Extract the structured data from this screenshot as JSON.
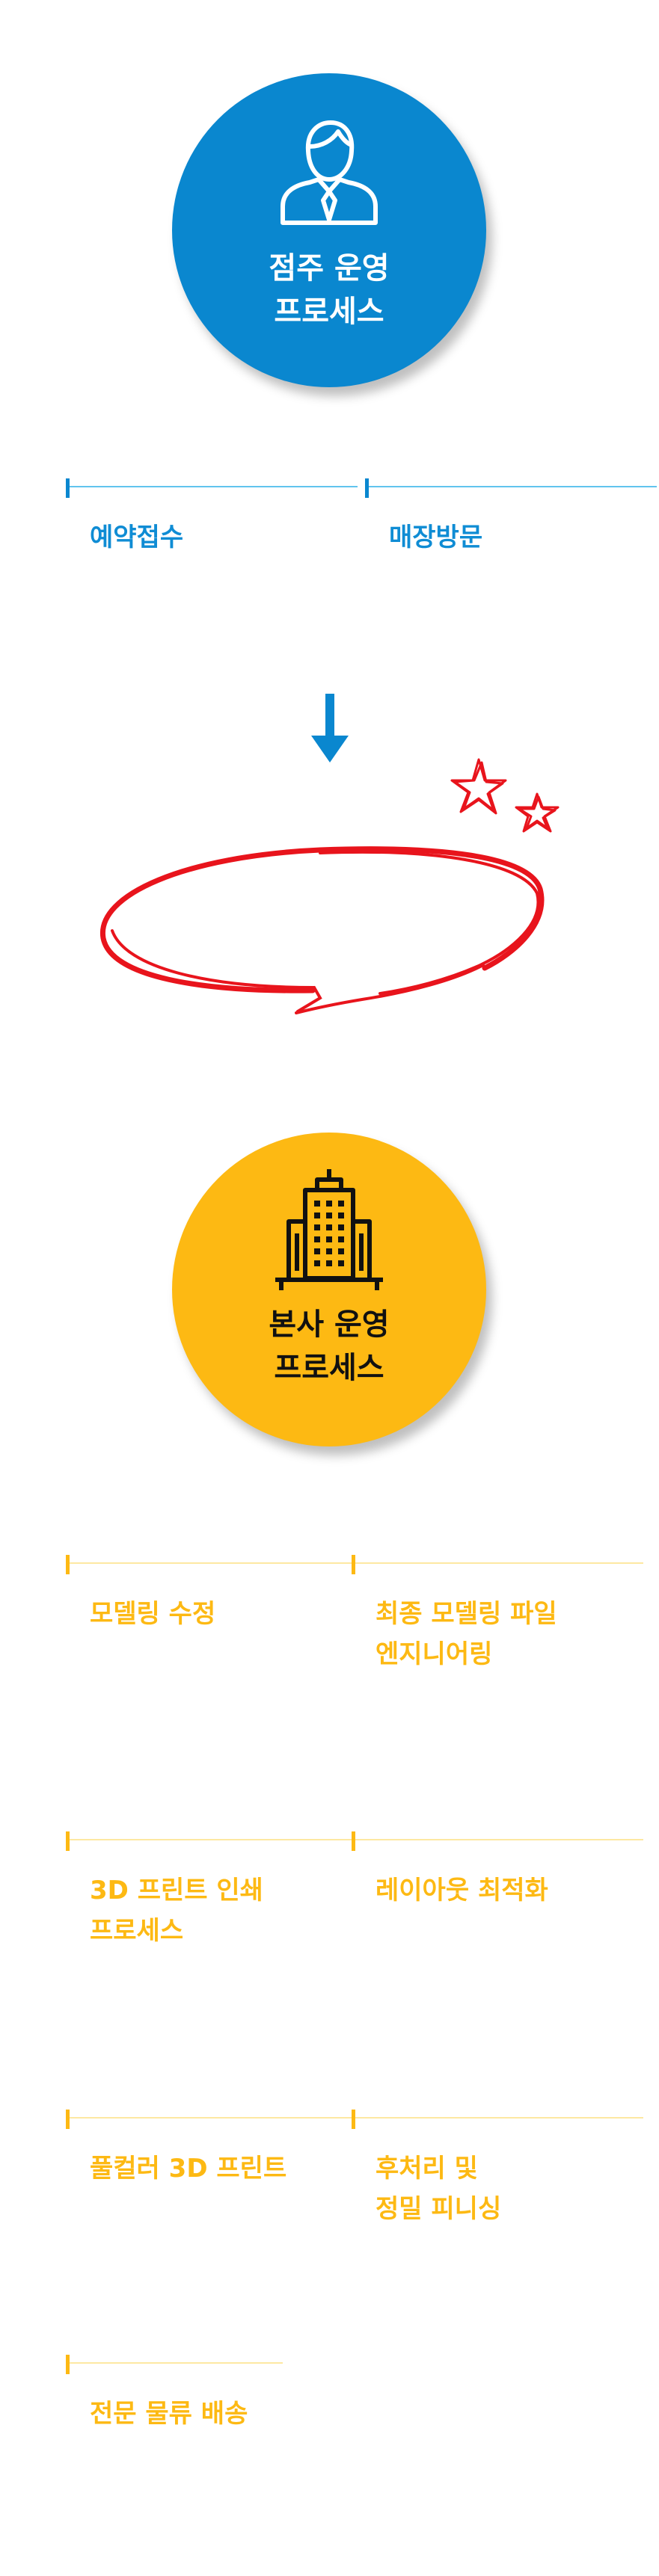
{
  "colors": {
    "blue": "#0a87cf",
    "yellow": "#fdb913",
    "red": "#e8141c"
  },
  "store": {
    "title_line1": "점주 운영",
    "title_line2": "프로세스",
    "icon": "businessman-icon",
    "steps": [
      "예약접수",
      "매장방문"
    ]
  },
  "arrow_icon": "arrow-down-icon",
  "speech_bubble_icon": "red-speech-bubble-icon",
  "stars_icon": "red-stars-icon",
  "hq": {
    "title_line1": "본사 운영",
    "title_line2": "프로세스",
    "icon": "building-icon",
    "steps": [
      "모델링 수정",
      "최종 모델링 파일\n엔지니어링",
      "3D 프린트 인쇄\n프로세스",
      "레이아웃 최적화",
      "풀컬러 3D 프린트",
      "후처리 및\n정밀 피니싱",
      "전문 물류 배송"
    ]
  }
}
